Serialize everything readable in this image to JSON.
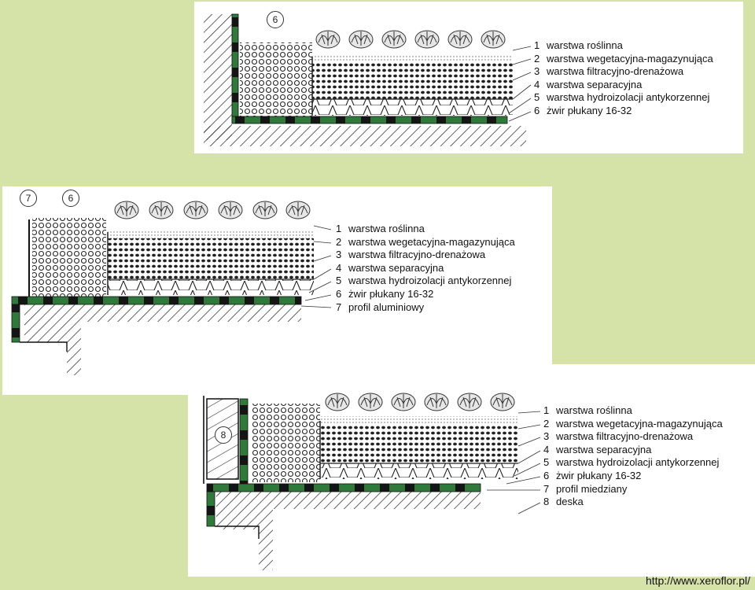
{
  "source_url": "http://www.xeroflor.pl/",
  "colors": {
    "background": "#d5e3a9",
    "panel": "#ffffff",
    "membrane_green": "#2f7a3a",
    "membrane_black": "#151515"
  },
  "diagrams": [
    {
      "markers": [
        "6"
      ],
      "legend": [
        {
          "num": "1",
          "label": "warstwa roślinna"
        },
        {
          "num": "2",
          "label": "warstwa wegetacyjna-magazynująca"
        },
        {
          "num": "3",
          "label": "warstwa filtracyjno-drenażowa"
        },
        {
          "num": "4",
          "label": "warstwa separacyjna"
        },
        {
          "num": "5",
          "label": "warstwa hydroizolacji antykorzennej"
        },
        {
          "num": "6",
          "label": "żwir płukany 16-32"
        }
      ]
    },
    {
      "markers": [
        "7",
        "6"
      ],
      "legend": [
        {
          "num": "1",
          "label": "warstwa roślinna"
        },
        {
          "num": "2",
          "label": "warstwa wegetacyjna-magazynująca"
        },
        {
          "num": "3",
          "label": "warstwa filtracyjno-drenażowa"
        },
        {
          "num": "4",
          "label": "warstwa separacyjna"
        },
        {
          "num": "5",
          "label": "warstwa hydroizolacji antykorzennej"
        },
        {
          "num": "6",
          "label": "żwir płukany 16-32"
        },
        {
          "num": "7",
          "label": "profil aluminiowy"
        }
      ]
    },
    {
      "markers": [
        "8"
      ],
      "legend": [
        {
          "num": "1",
          "label": "warstwa roślinna"
        },
        {
          "num": "2",
          "label": "warstwa wegetacyjna-magazynująca"
        },
        {
          "num": "3",
          "label": "warstwa filtracyjno-drenażowa"
        },
        {
          "num": "4",
          "label": "warstwa separacyjna"
        },
        {
          "num": "5",
          "label": "warstwa hydroizolacji antykorzennej"
        },
        {
          "num": "6",
          "label": "żwir płukany 16-32"
        },
        {
          "num": "7",
          "label": "profil miedziany"
        },
        {
          "num": "8",
          "label": "deska"
        }
      ]
    }
  ]
}
